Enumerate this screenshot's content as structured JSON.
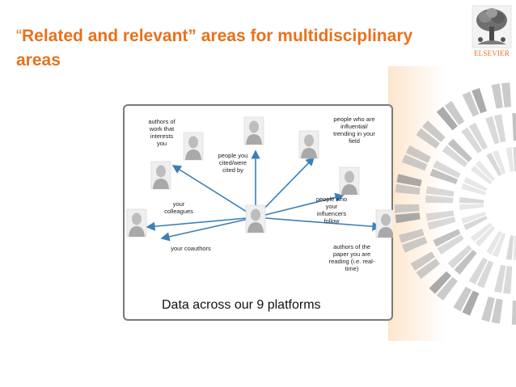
{
  "slide": {
    "title_quote": "“",
    "title_text": "Related and relevant” areas for multidisciplinary areas"
  },
  "logo": {
    "text": "ELSEVIER"
  },
  "diagram": {
    "labels": {
      "authors_of_work": [
        "authors of",
        "work that",
        "interests",
        "you"
      ],
      "people_cited": [
        "people you",
        "cited/were",
        "cited by"
      ],
      "influential": [
        "people who are",
        "influential/",
        "trending in your",
        "field"
      ],
      "colleagues": [
        "your",
        "colleagues"
      ],
      "influencers_follow": [
        "people who",
        "your",
        "influencers",
        "follow"
      ],
      "coauthors": [
        "your coauthors"
      ],
      "authors_of_paper": [
        "authors of the",
        "paper you are",
        "reading (i.e. real-",
        "time)"
      ]
    },
    "caption": "Data across our 9 platforms"
  },
  "colors": {
    "accent": "#e9711c",
    "arrow": "#3d7fb5",
    "frame": "#7a7a7a",
    "deco": "#b9b9b9"
  },
  "icons": {
    "person": "person-silhouette-icon",
    "tree": "elsevier-tree-icon"
  }
}
